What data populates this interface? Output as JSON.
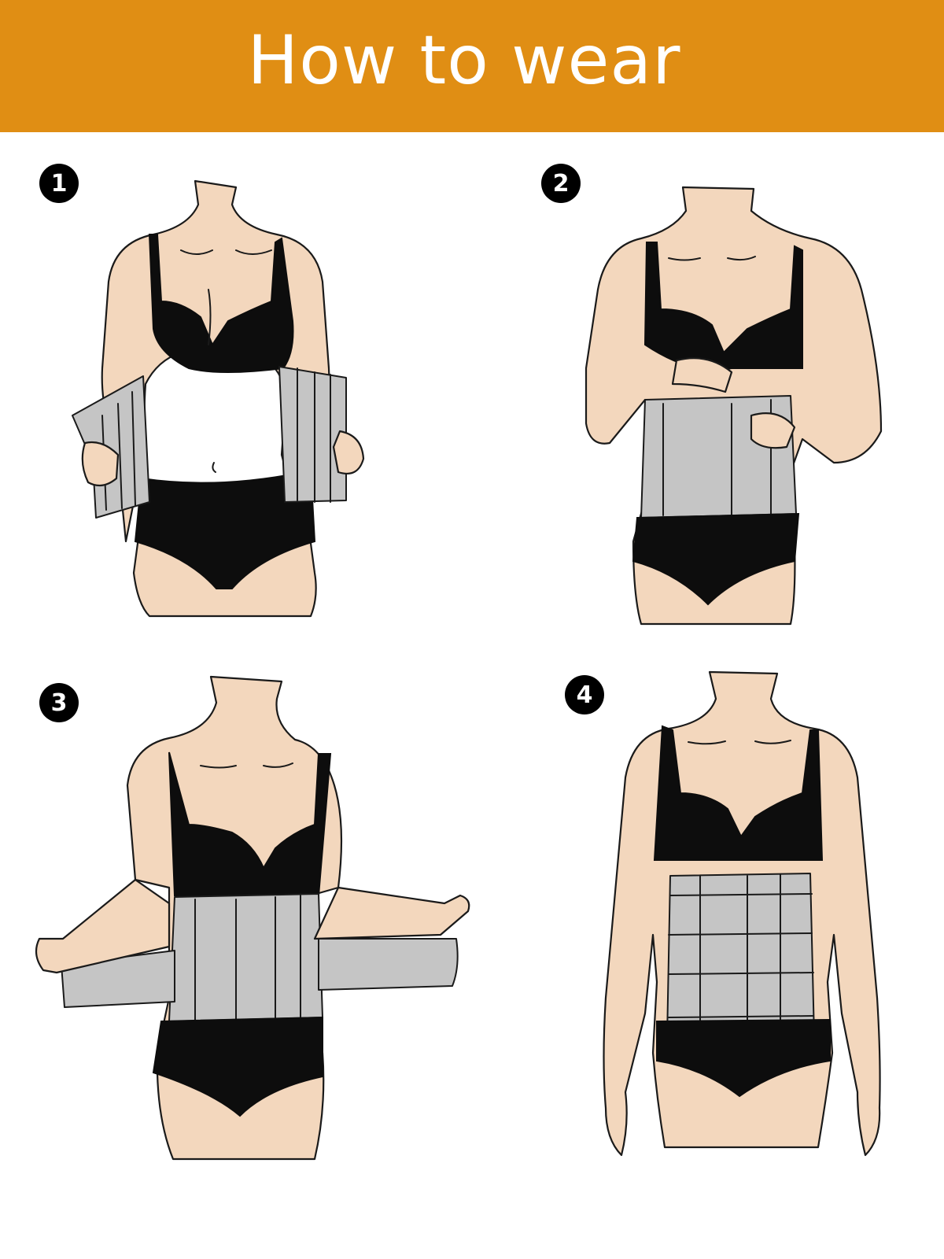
{
  "header": {
    "title": "How to wear"
  },
  "colors": {
    "header_bg": "#e08e14",
    "skin": "#f3d7bd",
    "garment": "#0d0d0d",
    "belt": "#c5c5c5",
    "page_bg": "#ffffff"
  },
  "steps": [
    {
      "number": "1"
    },
    {
      "number": "2"
    },
    {
      "number": "3"
    },
    {
      "number": "4"
    }
  ]
}
